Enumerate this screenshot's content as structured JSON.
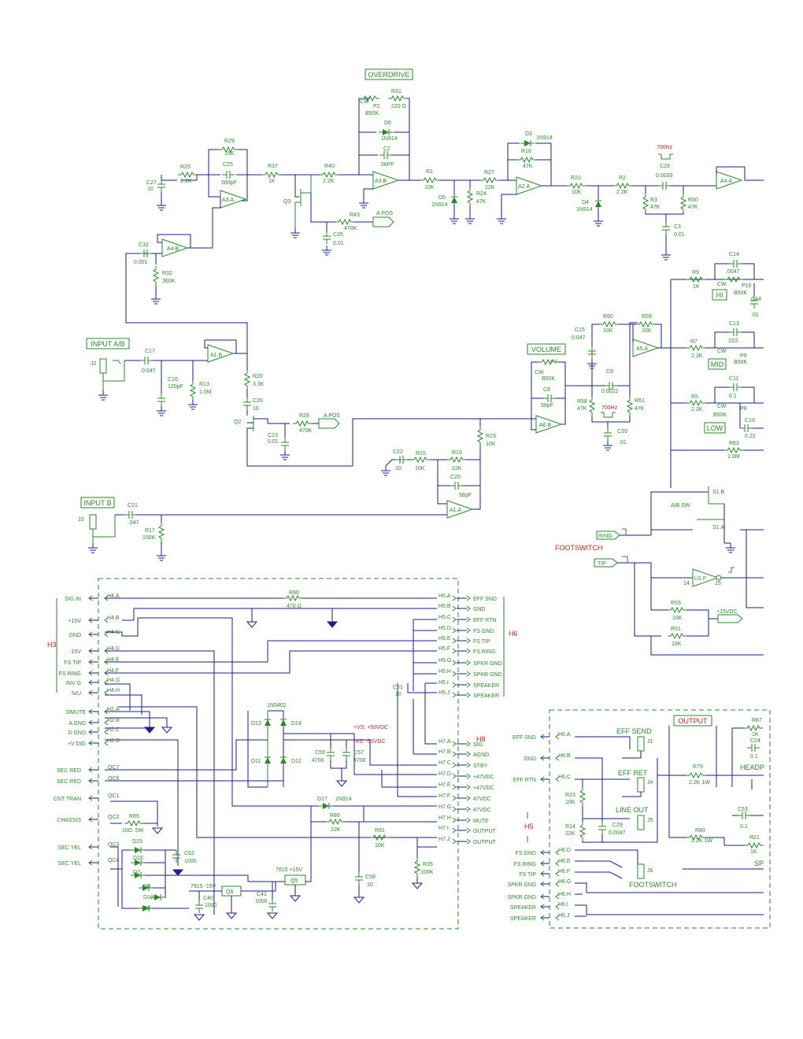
{
  "colors": {
    "wire": "#1e1e8c",
    "component": "#2a8a2a",
    "signal_label": "#cc2222"
  },
  "blocks": {
    "overdrive": "OVERDRIVE",
    "input_ab": "INPUT A/B",
    "input_b": "INPUT B",
    "volume": "VOLUME",
    "hi": "HI",
    "mid": "MID",
    "low": "LOW",
    "output": "OUTPUT"
  },
  "freq": {
    "f1": "700Hz",
    "f2": "700Hz"
  },
  "footswitch_label": "FOOTSWITCH",
  "ab_sw": "A/B SW",
  "ring": "RING",
  "tip": "TIP",
  "plus15vdc": "+15VDC",
  "components": {
    "r29": "R29",
    "r29v": "15K",
    "c25": "C25",
    "c25v": "560pF",
    "r25": "R25",
    "r25v": "2.2K",
    "c27": "C27",
    "c27v": "10",
    "r37": "R37",
    "r37v": "1K",
    "r40": "R40",
    "r40v": "2.2K",
    "r31": "R31",
    "r31v": "220 Ω",
    "p2": "P2",
    "p2v": "B50K",
    "d6": "D6",
    "d6v": "1N914",
    "c2": "C2",
    "c2v": "56PF",
    "r1": "R1",
    "r1v": "10K",
    "r27": "R27",
    "r27v": "22K",
    "d5": "D5",
    "d5v": "1N914",
    "r24": "R24",
    "r24v": "47K",
    "d3": "D3",
    "d3v": "1N914",
    "r18": "R18",
    "r18v": "47K",
    "r22": "R22",
    "r22v": "10K",
    "d4": "D4",
    "d4v": "1N914",
    "r2": "R2",
    "r2v": "2.2K",
    "c28": "C28",
    "c28v": "0.0033",
    "r3": "R3",
    "r3v": "47K",
    "r30": "R30",
    "r30v": "47K",
    "c3": "C3",
    "c3v": "0.01",
    "q3": "Q3",
    "r43": "R43",
    "r43v": "470K",
    "apos": "A POS",
    "c35": "C35",
    "c35v": "0.01",
    "c32": "C32",
    "c32v": "0.001",
    "r32": "R32",
    "r32v": "360K",
    "a3a": "A3.A",
    "a3b": "A3.B",
    "a2a": "A2.A",
    "a4a": "A4.A",
    "a4b": "A4.B",
    "a1b": "A1.B",
    "a5a": "A5.A",
    "a6b": "A6.B",
    "a1a": "A1.A",
    "u1f": "U1.F",
    "j2": "J2",
    "c17": "C17",
    "c17v": "0.047",
    "c16": "C16",
    "c16v": "120pF",
    "r13": "R13",
    "r13v": "1.0M",
    "r20": "R20",
    "r20v": "3.3K",
    "c26": "C26",
    "c26v": "10",
    "q2": "Q2",
    "r28": "R28",
    "r28v": "470K",
    "apos2": "A POS",
    "c23": "C23",
    "c23v": "0.01",
    "r9": "R9",
    "r9v": "1K",
    "c14": "C14",
    "c14v": ".0047",
    "p10": "P10",
    "p10v": "B50K",
    "c44": "C44",
    "c44v": ".01",
    "r7": "R7",
    "r7v": "2.2K",
    "c13": "C13",
    "c13v": ".022",
    "p9": "P9",
    "p9v": "B50K",
    "r5": "R5",
    "r5v": "2.2K",
    "c11": "C11",
    "c11v": "0.1",
    "p8": "P8",
    "p8v": "B50K",
    "c10": "C10",
    "c10v": "0.22",
    "r63": "R63",
    "r63v": "1.0M",
    "c15": "C15",
    "c15v": "0.047",
    "r60": "R60",
    "r60v": "10K",
    "r59": "R59",
    "r59v": "10K",
    "p7": "P7",
    "p7v": "B50K",
    "c9": "C9",
    "c9v": "0.0022",
    "c8": "C8",
    "c8v": "56pF",
    "r58": "R58",
    "r58v": "47K",
    "r61": "R61",
    "r61v": "47K",
    "c39": "C39",
    "c39v": ".01",
    "r19": "R19",
    "r19v": "10K",
    "c22": "C22",
    "c22v": "10",
    "r15": "R15",
    "r15v": "10K",
    "r16": "R16",
    "r16v": "22K",
    "c20": "C20",
    "c20v": "56pF",
    "j3": "J3",
    "c21": "C21",
    "c21v": ".047",
    "r17": "R17",
    "r17v": "150K",
    "s1b": "S1.B",
    "s1a": "S1.A",
    "r55": "R55",
    "r55v": "10K",
    "r51": "R51",
    "r51v": "10K",
    "cw": "CW"
  },
  "h3": {
    "label": "H3",
    "signals": [
      "SIG IN",
      "+15V",
      "GND",
      "-15V",
      "FS TIP",
      "FS RING",
      "INV G",
      "N/U"
    ],
    "pins": [
      "H4.A",
      "H4.B",
      "H4.C",
      "H4.D",
      "H4.E",
      "H4.F",
      "H4.G",
      "H4.H"
    ]
  },
  "h6": {
    "label": "H6",
    "pins": [
      "H5.A",
      "H5.B",
      "H5.C",
      "H5.D",
      "H5.E",
      "H5.F",
      "H5.G",
      "H5.H",
      "H5.I",
      "H5.J"
    ],
    "signals": [
      "EFF SND",
      "GND",
      "EFF RTN",
      "FS GND",
      "FS TIP",
      "FS RING",
      "SPKR GND",
      "SPKR GND",
      "SPEAKER",
      "SPEAKER"
    ]
  },
  "h2": {
    "signals": [
      "DMUTE",
      "A GND",
      "D GND",
      "+V DIG"
    ],
    "pins": [
      "H2.A",
      "H2.B",
      "H2.C",
      "H2.D"
    ]
  },
  "qc": {
    "signals": [
      "SEC RED",
      "SEC RED",
      "CNT TRAN",
      "CHASSIS",
      "SEC YEL",
      "SEC YEL"
    ],
    "pins": [
      "QC7",
      "QC6",
      "QC1",
      "QC2",
      "QC3",
      "QC4"
    ]
  },
  "h8": {
    "label": "H8",
    "pins": [
      "H7.A",
      "H7.B",
      "H7.C",
      "H7.D",
      "H7.E",
      "H7.F",
      "H7.G",
      "H7.H",
      "H7.I",
      "H7.J"
    ],
    "signals": [
      "SIG",
      "AGND",
      "STBY",
      "+47VDC",
      "+47VDC",
      "47VDC",
      "47VDC",
      "MUTE",
      "OUTPUT",
      "OUTPUT"
    ]
  },
  "psu": {
    "r90": "R90",
    "r90v": "470 Ω",
    "c61": "C61",
    "c61v": "10",
    "bridge": "1N5402",
    "d13": "D13",
    "d14": "D14",
    "d11": "D11",
    "d12": "D12",
    "vsp": "+VS: +50VDC",
    "vsn": "-VS: -50VDC",
    "c59": "C59",
    "c59v": "4700",
    "c57": "C57",
    "c57v": "4700",
    "d17": "D17",
    "d17v": "1N914",
    "r86": "R86",
    "r86v": "22K",
    "r91": "R91",
    "r91v": "10K",
    "r35": "R35",
    "r35v": "100K",
    "r85": "R85",
    "r85v": "10Ω .5W",
    "d15": "D15",
    "d16": "D16",
    "d7": "D7",
    "d8": "D8",
    "d9": "D9",
    "d10": "D10",
    "c62": "C62",
    "c62v": "1000",
    "reg1": "7815 +15V",
    "q5": "Q5",
    "reg2": "7915 -15V",
    "q6": "Q6",
    "c40": "C40",
    "c40v": "1000",
    "c41": "C41",
    "c41v": "1000",
    "c58": "C58",
    "c58v": "10"
  },
  "h5": {
    "label": "H5",
    "signals": [
      "EFF SND",
      "GND",
      "EFF RTN",
      "FS GND",
      "FS RING",
      "FS TIP",
      "SPKR GND",
      "SPKR GND",
      "SPEAKER",
      "SPEAKER"
    ],
    "pins": [
      "H6.A",
      "H6.B",
      "H6.C",
      "H6.D",
      "H6.E",
      "H6.F",
      "H6.G",
      "H6.H",
      "H6.I",
      "H6.J"
    ]
  },
  "outsec": {
    "eff_send": "EFF SEND",
    "j1": "J1",
    "eff_ret": "EFF RET",
    "j4": "J4",
    "line_out": "LINE OUT",
    "j5": "J5",
    "footswitch": "FOOTSWITCH",
    "j6": "J6",
    "r23": "R23",
    "r23v": "10K",
    "r14": "R14",
    "r14v": "22K",
    "c29": "C29",
    "c29v": "0.0047",
    "r87": "R87",
    "r87v": "1K",
    "c24": "C24",
    "c24v": "0.1",
    "headp": "HEADP",
    "r79": "R79",
    "r79v": "2.2K 1W",
    "c53": "C53",
    "c53v": "0.1",
    "r80": "R80",
    "r80v": "2.2K 1W",
    "r21": "R21",
    "r21v": "1K",
    "sp": "SP"
  }
}
